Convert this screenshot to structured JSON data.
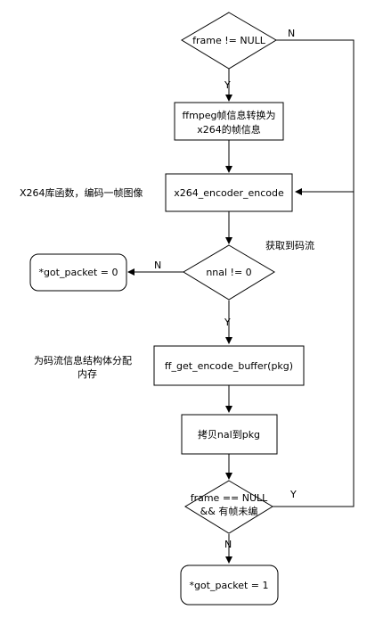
{
  "nodes": {
    "frame_check": "frame != NULL",
    "convert_line1": "ffmpeg帧信息转换为",
    "convert_line2": "x264的帧信息",
    "encode": "x264_encoder_encode",
    "nnal_check": "nnal != 0",
    "got_zero": "*got_packet = 0",
    "get_buffer": "ff_get_encode_buffer(pkg)",
    "copy": "拷贝nal到pkg",
    "frame_null_line1": "frame == NULL",
    "frame_null_line2": "&& 有帧未编",
    "got_one": "*got_packet = 1"
  },
  "annotations": {
    "x264_call": "X264库函数，编码一帧图像",
    "get_stream": "获取到码流",
    "alloc_line1": "为码流信息结构体分配",
    "alloc_line2": "内存"
  },
  "edge_labels": {
    "frame_no": "N",
    "frame_yes": "Y",
    "nnal_no": "N",
    "nnal_yes": "Y",
    "loop_yes": "Y",
    "loop_no": "N"
  }
}
